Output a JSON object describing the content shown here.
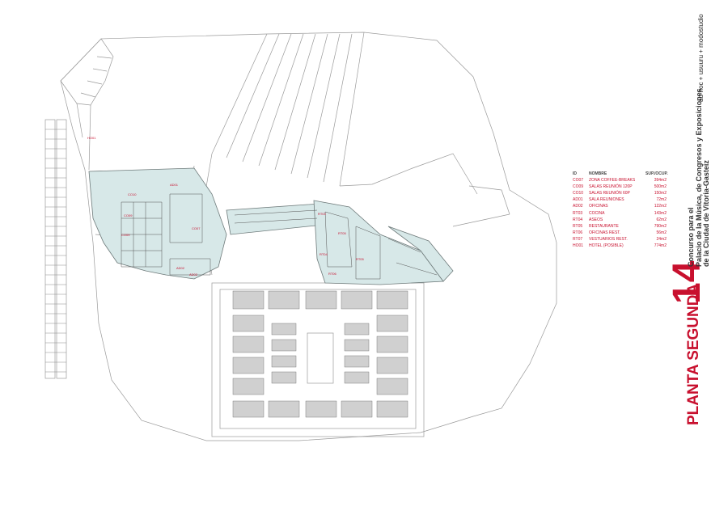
{
  "sheet": {
    "number": "14",
    "title": "PLANTA SEGUNDA",
    "subtitle_lines": [
      "Concurso para el",
      "Palacio de la Música, de Congresos y Exposiciones",
      "de la Ciudad de Vitoria-Gasteiz"
    ],
    "authors": "ad-hoc + usuuru + modostudio"
  },
  "legend": {
    "headers": {
      "id": "ID",
      "name": "NOMBRE",
      "area": "SUP./OCUP."
    },
    "rows": [
      {
        "id": "CO07",
        "name": "ZONA COFFEE-BREAKS",
        "area": "394m2"
      },
      {
        "id": "CO09",
        "name": "SALAS REUNIÓN 120P",
        "area": "500m2"
      },
      {
        "id": "CO10",
        "name": "SALAS REUNIÓN 60P",
        "area": "150m2"
      },
      {
        "id": "AD01",
        "name": "SALA REUNIONES",
        "area": "72m2"
      },
      {
        "id": "AD02",
        "name": "OFICINAS",
        "area": "122m2"
      },
      {
        "id": "RT03",
        "name": "COCINA",
        "area": "143m2"
      },
      {
        "id": "RT04",
        "name": "ASEOS",
        "area": "62m2"
      },
      {
        "id": "RT05",
        "name": "RESTAURANTE",
        "area": "790m2"
      },
      {
        "id": "RT06",
        "name": "OFICINAS REST.",
        "area": "56m2"
      },
      {
        "id": "RT07",
        "name": "VESTUARIOS REST.",
        "area": "24m2"
      },
      {
        "id": "HO01",
        "name": "HOTEL (POSIBLE)",
        "area": "774m2"
      }
    ]
  },
  "plan_labels": {
    "ho": "HO01",
    "co09": "CO09",
    "co10": "CO10",
    "co07": "CO07",
    "ad01": "AD01",
    "ad02": "AD02",
    "rt03": "RT03",
    "rt05": "RT05",
    "rt04": "RT04",
    "rt06": "RT06"
  },
  "colors": {
    "accent": "#c8102e",
    "room_fill": "#d7e8e8",
    "line": "#9a9a9a"
  }
}
